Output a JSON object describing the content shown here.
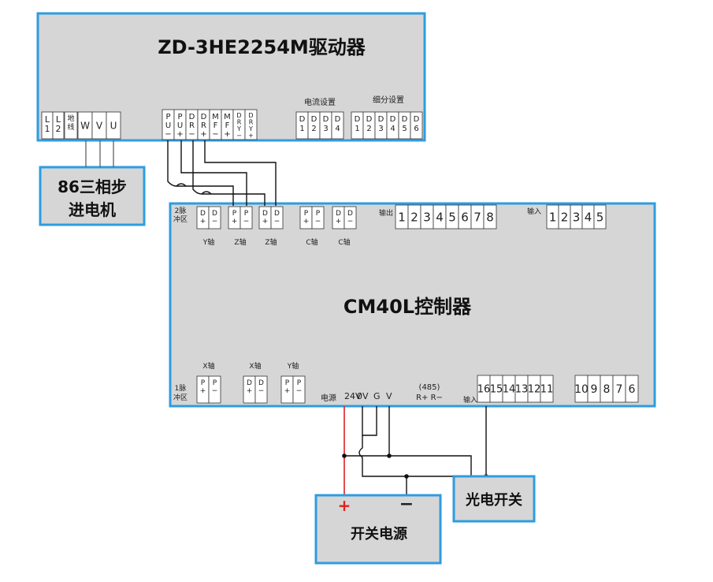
{
  "driver": {
    "title": "ZD-3HE2254M驱动器",
    "current_label": "电流设置",
    "subdiv_label": "细分设置",
    "power_terms": [
      [
        "L",
        "1"
      ],
      [
        "L",
        "2"
      ]
    ],
    "ground": [
      "地",
      "线"
    ],
    "motor_terms": [
      "W",
      "V",
      "U"
    ],
    "signal_terms": [
      [
        "P",
        "U",
        "−"
      ],
      [
        "P",
        "U",
        "+"
      ],
      [
        "D",
        "R",
        "−"
      ],
      [
        "D",
        "R",
        "+"
      ],
      [
        "M",
        "F",
        "−"
      ],
      [
        "M",
        "F",
        "+"
      ],
      [
        "D",
        "R",
        "Y",
        "−"
      ],
      [
        "D",
        "R",
        "Y",
        "+"
      ]
    ],
    "current_terms": [
      [
        "D",
        "1"
      ],
      [
        "D",
        "2"
      ],
      [
        "D",
        "3"
      ],
      [
        "D",
        "4"
      ]
    ],
    "subdiv_terms": [
      [
        "D",
        "1"
      ],
      [
        "D",
        "2"
      ],
      [
        "D",
        "3"
      ],
      [
        "D",
        "4"
      ],
      [
        "D",
        "5"
      ],
      [
        "D",
        "6"
      ]
    ]
  },
  "motor": {
    "line1": "86三相步",
    "line2": "进电机"
  },
  "controller": {
    "title": "CM40L控制器",
    "top_pulse_label": [
      "2脉",
      "冲区"
    ],
    "top_groups": [
      {
        "axis": "Y轴",
        "terms": [
          [
            "D",
            "+"
          ],
          [
            "D",
            "−"
          ]
        ]
      },
      {
        "axis": "Z轴",
        "terms": [
          [
            "P",
            "+"
          ],
          [
            "P",
            "−"
          ]
        ]
      },
      {
        "axis": "Z轴",
        "terms": [
          [
            "D",
            "+"
          ],
          [
            "D",
            "−"
          ]
        ]
      },
      {
        "axis": "C轴",
        "terms": [
          [
            "P",
            "+"
          ],
          [
            "P",
            "−"
          ]
        ]
      },
      {
        "axis": "C轴",
        "terms": [
          [
            "D",
            "+"
          ],
          [
            "D",
            "−"
          ]
        ]
      }
    ],
    "output_label": "输出",
    "outputs": [
      "1",
      "2",
      "3",
      "4",
      "5",
      "6",
      "7",
      "8"
    ],
    "top_input_label": "输入",
    "top_inputs": [
      "1",
      "2",
      "3",
      "4",
      "5"
    ],
    "bottom_pulse_label": [
      "1脉",
      "冲区"
    ],
    "bottom_groups": [
      {
        "axis": "X轴",
        "terms": [
          [
            "P",
            "+"
          ],
          [
            "P",
            "−"
          ]
        ]
      },
      {
        "axis": "X轴",
        "terms": [
          [
            "D",
            "+"
          ],
          [
            "D",
            "−"
          ]
        ]
      },
      {
        "axis": "Y轴",
        "terms": [
          [
            "P",
            "+"
          ],
          [
            "P",
            "−"
          ]
        ]
      }
    ],
    "power_label": "电源",
    "power_terms": [
      "24V",
      "0V",
      "G",
      "V"
    ],
    "rs485_label": "(485)",
    "rs485_terms": "R+ R−",
    "bottom_input_label": "输入",
    "bottom_inputs_a": [
      "16",
      "15",
      "14",
      "13",
      "12",
      "11"
    ],
    "bottom_inputs_b": [
      "10",
      "9",
      "8",
      "7",
      "6"
    ]
  },
  "psu": {
    "title": "开关电源",
    "plus": "+",
    "minus": "−"
  },
  "sensor": {
    "title": "光电开关"
  },
  "colors": {
    "box_border": "#2d9de0",
    "box_fill": "#d6d6d6",
    "wire": "#111111",
    "wire_red": "#e02020",
    "plus_red": "#e02020"
  }
}
